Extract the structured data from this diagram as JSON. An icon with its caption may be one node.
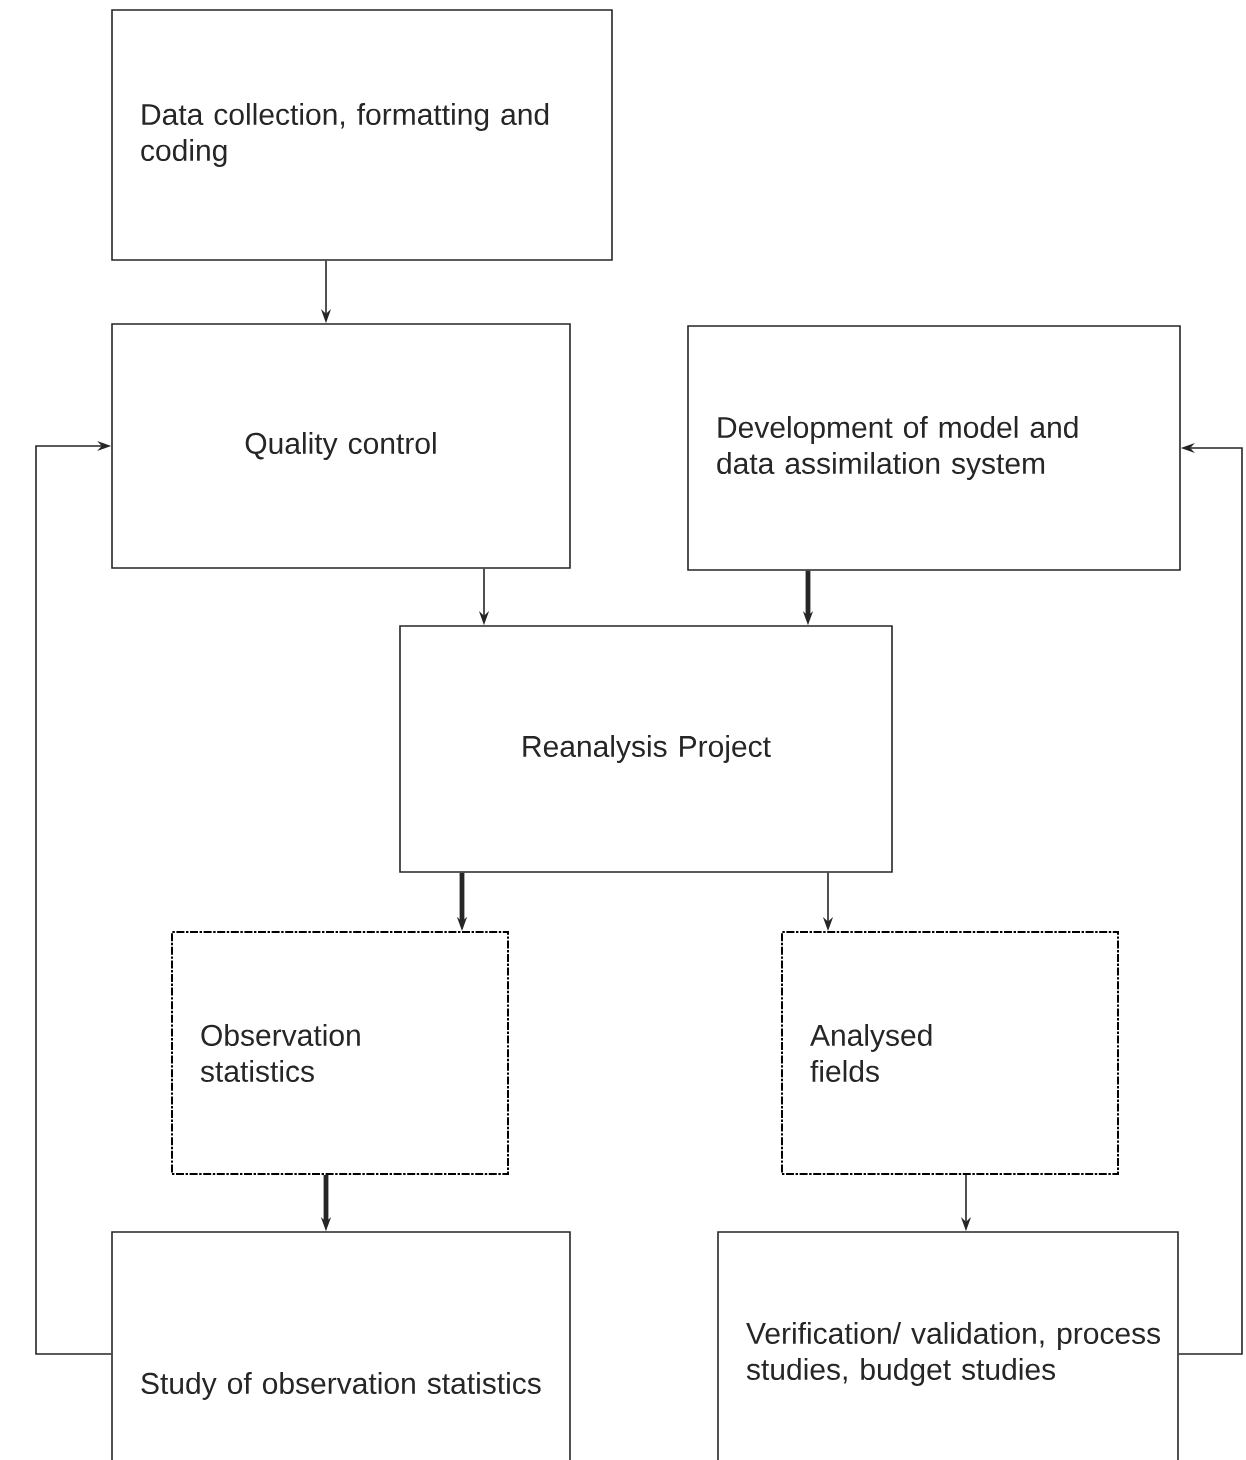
{
  "diagram": {
    "nodes": [
      {
        "text": [
          "Data collection, formatting and coding"
        ]
      },
      {
        "text": [
          "Quality control"
        ]
      },
      {
        "text": [
          "Development of model and data assimilation system"
        ]
      },
      {
        "text": [
          "Reanalysis Project"
        ]
      },
      {
        "text": [
          "Observation statistics"
        ]
      },
      {
        "text": [
          "Analysed fields"
        ]
      },
      {
        "text": [
          "Study of observation statistics"
        ]
      },
      {
        "text": [
          "Verification/ validation, process studies, budget studies"
        ]
      }
    ],
    "edges": [
      {
        "from": 0,
        "to": 1,
        "arrow": "to"
      },
      {
        "from": 1,
        "to": 3,
        "arrow": "to"
      },
      {
        "from": 2,
        "to": 3,
        "arrow": "to",
        "style": "thick"
      },
      {
        "from": 3,
        "to": 4,
        "arrow": "to",
        "style": "thick"
      },
      {
        "from": 3,
        "to": 5,
        "arrow": "to"
      },
      {
        "from": 4,
        "to": 6,
        "arrow": "to",
        "style": "thick"
      },
      {
        "from": 5,
        "to": 7,
        "arrow": "to"
      },
      {
        "from": 6,
        "to": 1,
        "arrow": "to"
      },
      {
        "from": 7,
        "to": 2,
        "arrow": "to"
      }
    ]
  }
}
